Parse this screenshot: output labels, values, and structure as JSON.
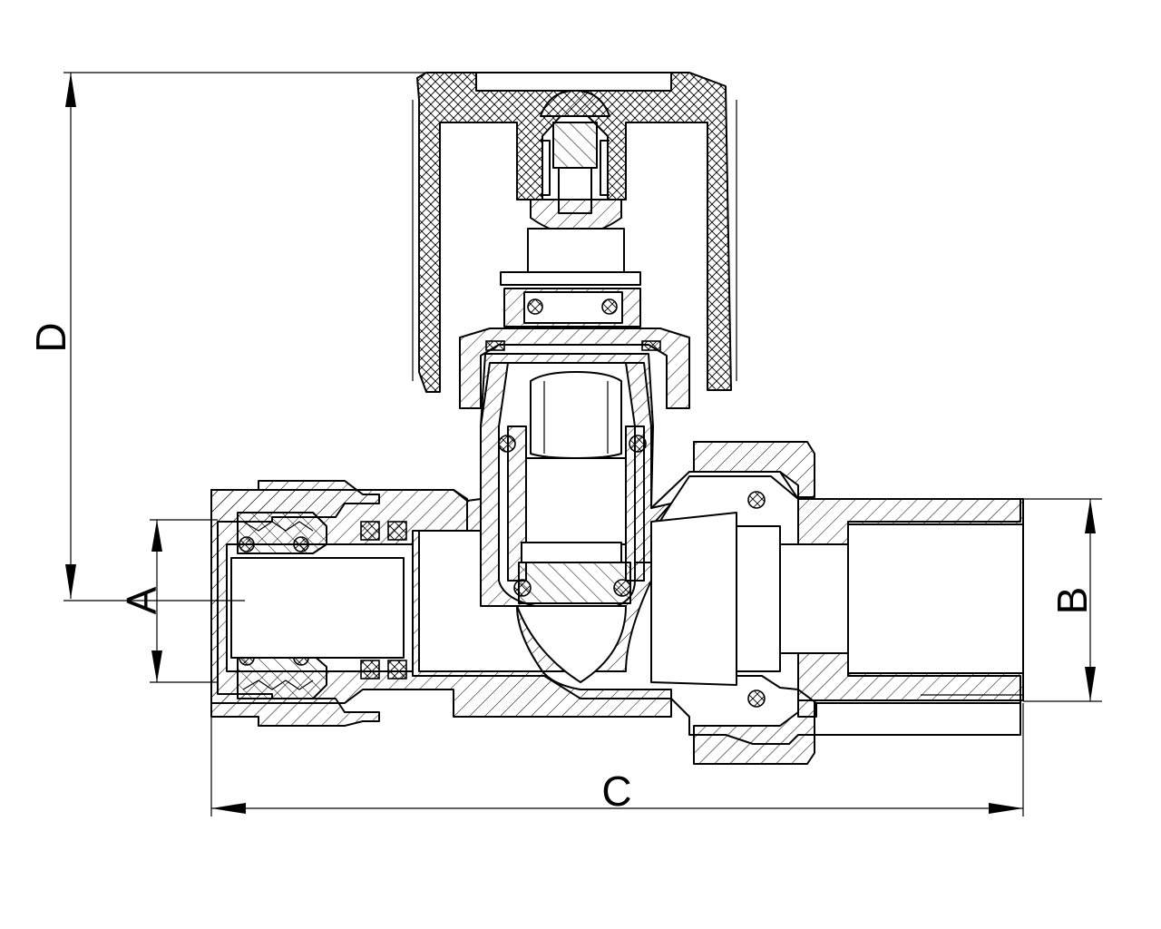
{
  "dimensions": {
    "a_label": "A",
    "b_label": "B",
    "c_label": "C",
    "d_label": "D"
  },
  "colors": {
    "line": "#000000",
    "background": "#ffffff"
  }
}
